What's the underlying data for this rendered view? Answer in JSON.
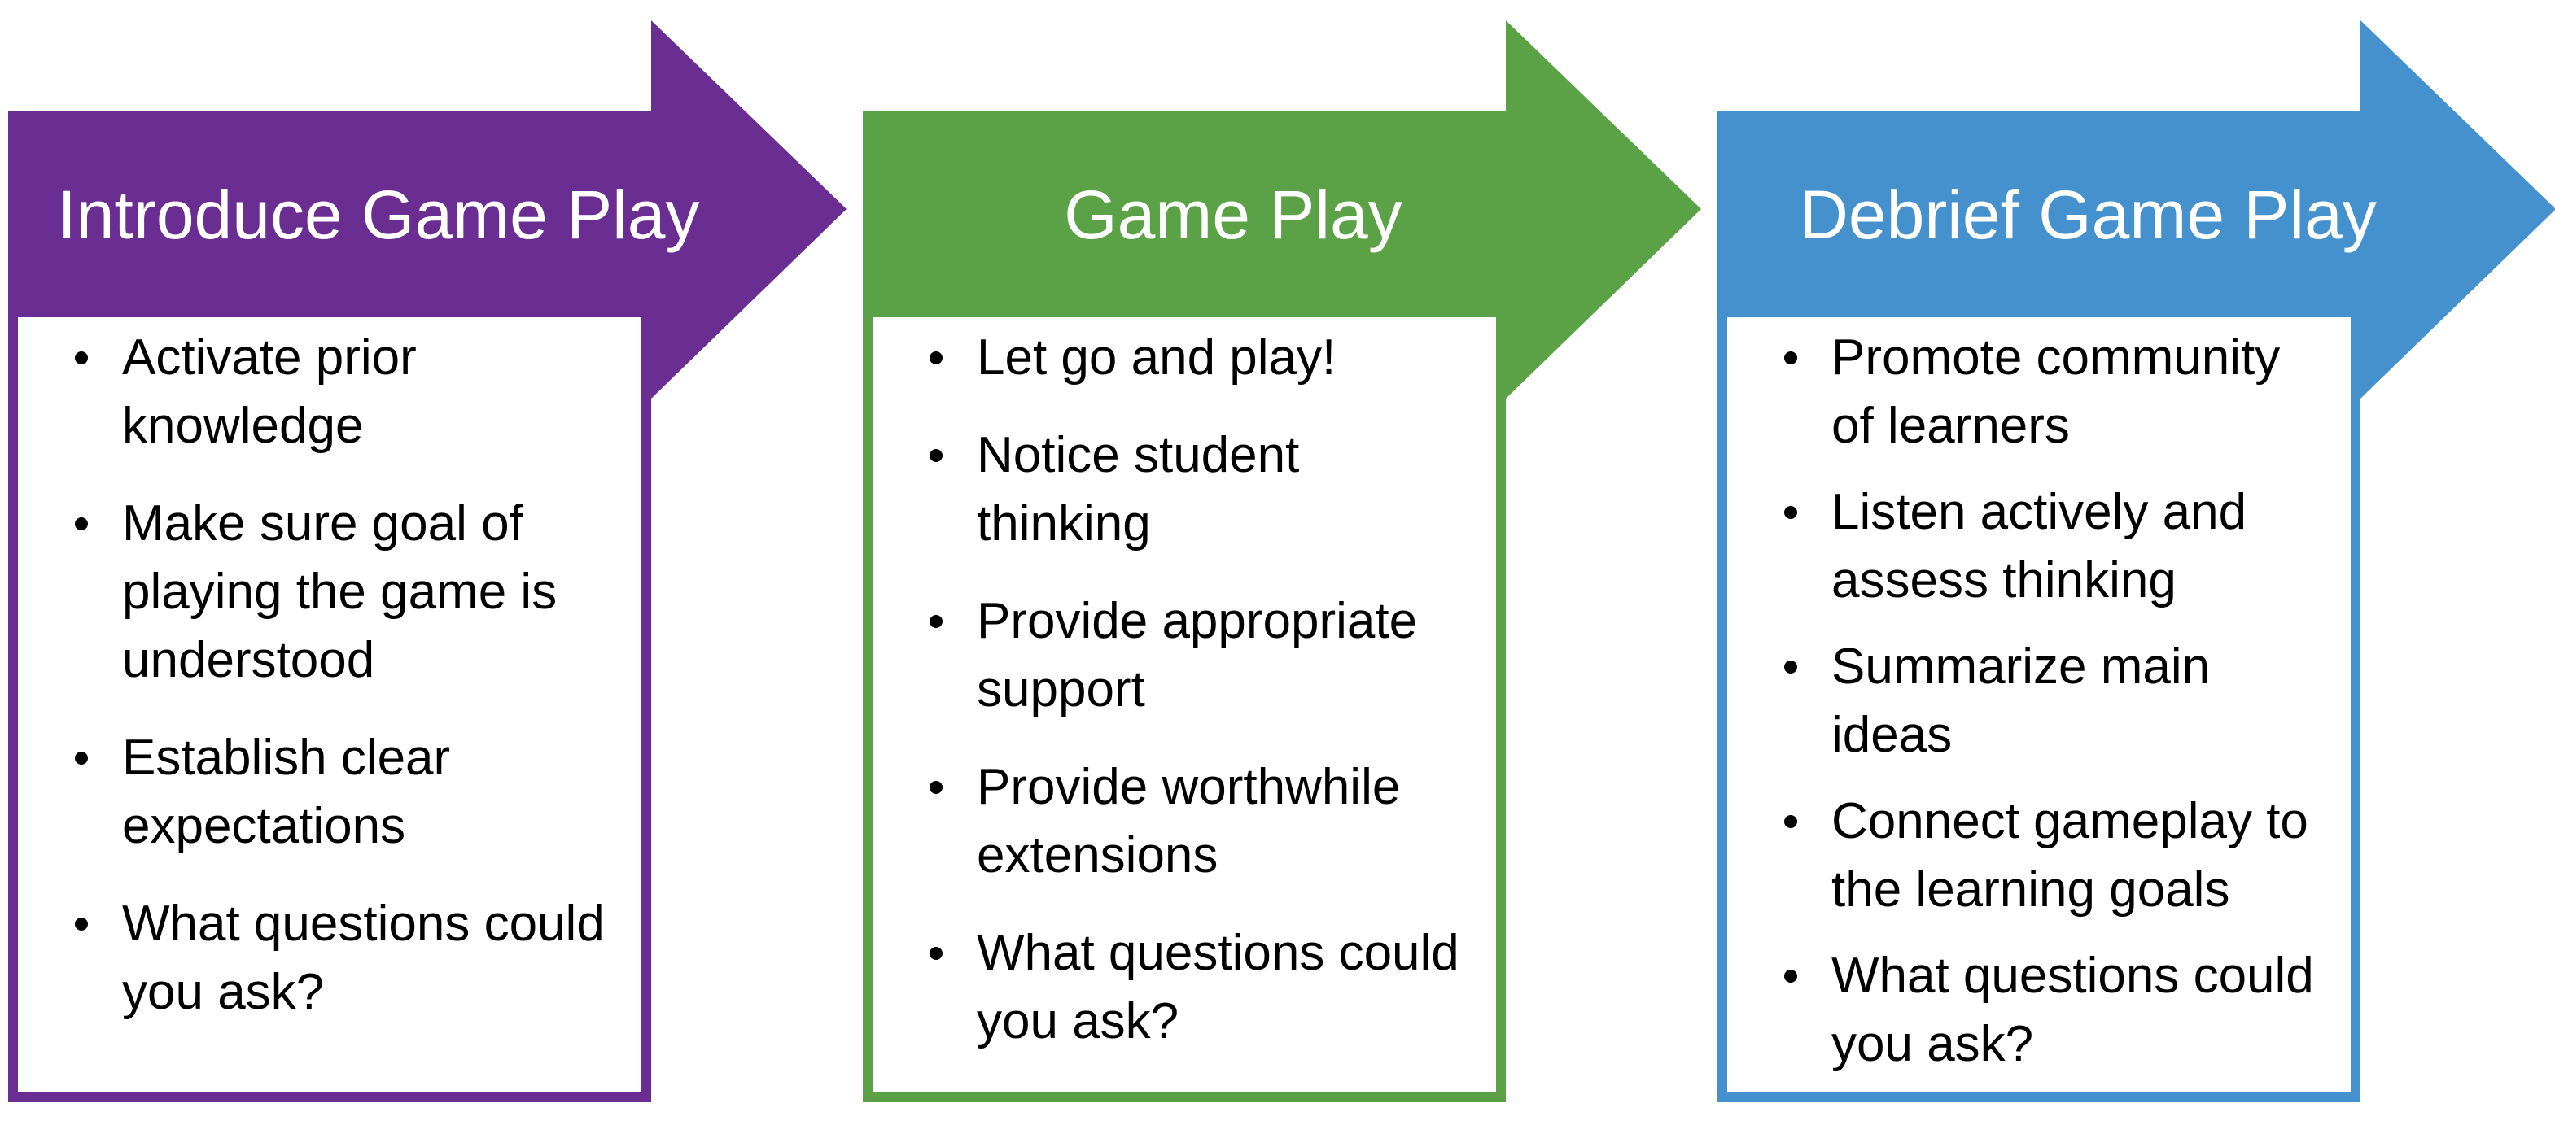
{
  "slide": {
    "background": "#ffffff",
    "body_text_color": "#000000",
    "title_text_color": "#ffffff"
  },
  "columns": [
    {
      "title": "Introduce Game Play",
      "color": "#6A2D91",
      "bullets": [
        "Activate prior\nknowledge",
        "Make sure goal of\nplaying the game is\nunderstood",
        "Establish clear\nexpectations",
        "What questions could\nyou ask?"
      ]
    },
    {
      "title": "Game Play",
      "color": "#5AA245",
      "bullets": [
        "Let go and play!",
        "Notice student\nthinking",
        "Provide appropriate\nsupport",
        "Provide worthwhile\nextensions",
        "What questions could\nyou ask?"
      ]
    },
    {
      "title": "Debrief Game Play",
      "color": "#4591CE",
      "bullets": [
        "Promote community\nof learners",
        "Listen actively and\nassess thinking",
        "Summarize main\nideas",
        "Connect gameplay to\nthe learning goals",
        "What questions could\nyou ask?"
      ]
    }
  ]
}
